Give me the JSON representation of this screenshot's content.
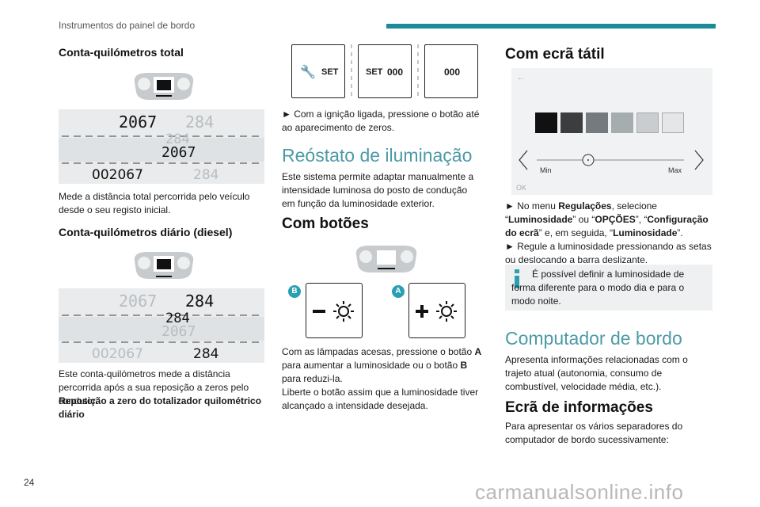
{
  "header": {
    "title": "Instrumentos do painel de bordo",
    "accent": "#1b8a99"
  },
  "page_number": "24",
  "watermark": "carmanualsonline.info",
  "col1": {
    "sec1_title": "Conta-quilómetros total",
    "sec1_lcd": {
      "top_left": "2067",
      "top_right": "284",
      "mid_top": "284",
      "mid_bottom": "2067",
      "bottom_left": "002067",
      "bottom_right": "284"
    },
    "sec1_text": "Mede a distância total percorrida pelo veículo desde o seu registo inicial.",
    "sec2_title": "Conta-quilómetros diário (diesel)",
    "sec2_lcd": {
      "top_left": "2067",
      "top_right": "284",
      "mid_top": "284",
      "mid_bottom": "2067",
      "bottom_left": "002067",
      "bottom_right": "284"
    },
    "sec2_text": "Este conta-quilómetros mede a distância percorrida após a sua reposição a zeros pelo condutor.",
    "sec2_bold": "Reposição a zero do totalizador quilométrico diário"
  },
  "col2": {
    "set_panels": {
      "p1": "SET",
      "p2_set": "SET",
      "p2_val": "000",
      "p3_val": "000"
    },
    "set_text": "► Com a ignição ligada, pressione o botão até ao aparecimento de zeros.",
    "reostat_title": "Reóstato de iluminação",
    "reostat_text": "Este sistema permite adaptar manualmente a intensidade luminosa do posto de condução em função da luminosidade exterior.",
    "buttons_title": "Com botões",
    "tag_b": "B",
    "tag_a": "A",
    "buttons_text_1": "Com as lâmpadas acesas, pressione o botão ",
    "buttons_text_a": "A",
    "buttons_text_2": " para aumentar a luminosidade ou o botão ",
    "buttons_text_b": "B",
    "buttons_text_3": " para reduzi-la.",
    "buttons_text_4": "Liberte o botão assim que a luminosidade tiver alcançado a intensidade desejada."
  },
  "col3": {
    "touch_title": "Com ecrã tátil",
    "screen": {
      "back": "←",
      "min": "Min",
      "max": "Max",
      "ok": "OK"
    },
    "steps_1a": "► No menu ",
    "steps_1b": "Regulações",
    "steps_1c": ", selecione “",
    "steps_1d": "Luminosidade",
    "steps_1e": "” ou “",
    "steps_1f": "OPÇÕES",
    "steps_1g": "”, “",
    "steps_1h": "Configuração do ecrã",
    "steps_1i": "” e, em seguida, “",
    "steps_1j": "Luminosidade",
    "steps_1k": "”.",
    "steps_2": "► Regule a luminosidade pressionando as setas ou deslocando a barra deslizante.",
    "info_text": "É possível definir a luminosidade de forma diferente para o modo dia e para o modo noite.",
    "computer_title": "Computador de bordo",
    "computer_text": "Apresenta informações relacionadas com o trajeto atual (autonomia, consumo de combustível, velocidade média, etc.).",
    "screen_title": "Ecrã de informações",
    "screen_text": "Para apresentar os vários separadores do computador de bordo sucessivamente:"
  }
}
